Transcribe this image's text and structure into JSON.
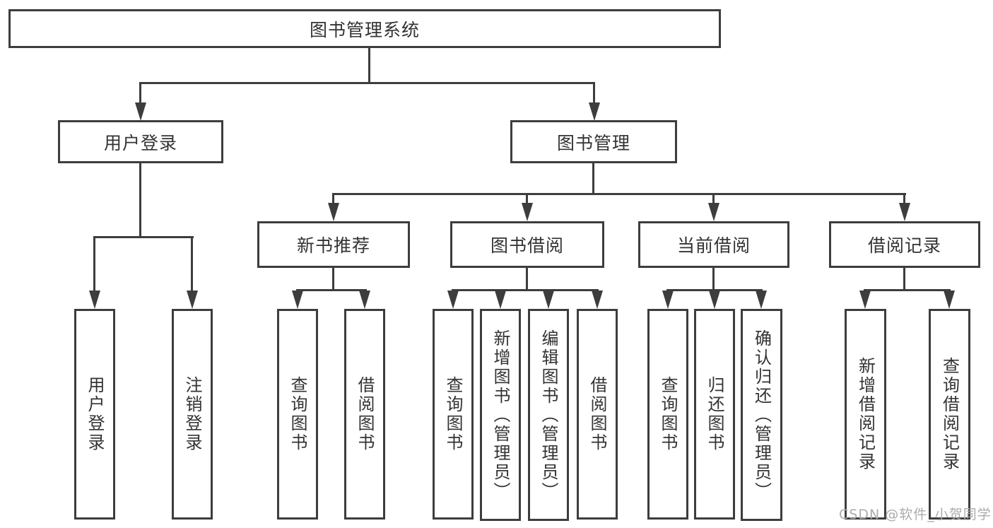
{
  "diagram": {
    "root": {
      "label": "图书管理系统"
    },
    "level2": [
      {
        "label": "用户登录",
        "parent": "图书管理系统"
      },
      {
        "label": "图书管理",
        "parent": "图书管理系统"
      }
    ],
    "level3": [
      {
        "label": "新书推荐",
        "parent": "图书管理"
      },
      {
        "label": "图书借阅",
        "parent": "图书管理"
      },
      {
        "label": "当前借阅",
        "parent": "图书管理"
      },
      {
        "label": "借阅记录",
        "parent": "图书管理"
      }
    ],
    "leaves": [
      {
        "label": "用户登录",
        "parent": "用户登录"
      },
      {
        "label": "注销登录",
        "parent": "用户登录"
      },
      {
        "label": "查询图书",
        "parent": "新书推荐"
      },
      {
        "label": "借阅图书",
        "parent": "新书推荐"
      },
      {
        "label": "查询图书",
        "parent": "图书借阅"
      },
      {
        "label": "新增图书（管理员）",
        "parent": "图书借阅"
      },
      {
        "label": "编辑图书（管理员）",
        "parent": "图书借阅"
      },
      {
        "label": "借阅图书",
        "parent": "图书借阅"
      },
      {
        "label": "查询图书",
        "parent": "当前借阅"
      },
      {
        "label": "归还图书",
        "parent": "当前借阅"
      },
      {
        "label": "确认归还（管理员）",
        "parent": "当前借阅"
      },
      {
        "label": "新增借阅记录",
        "parent": "借阅记录"
      },
      {
        "label": "查询借阅记录",
        "parent": "借阅记录"
      }
    ]
  },
  "watermark": "CSDN @软件_小贺同学",
  "colors": {
    "line": "#3d3d3d",
    "text": "#333333",
    "background": "#ffffff",
    "watermark": "#ababab"
  }
}
